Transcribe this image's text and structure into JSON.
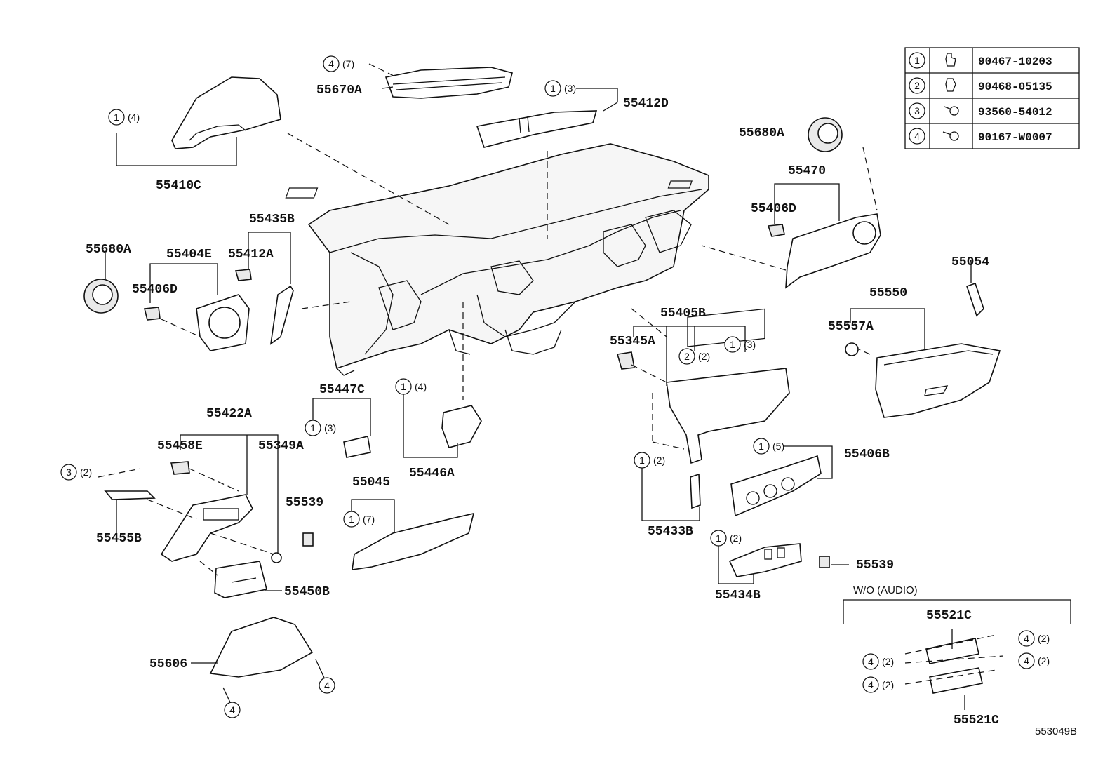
{
  "diagram_code": "553049B",
  "legend": [
    {
      "num": "1",
      "part": "90467-10203",
      "icon": "clip-icon"
    },
    {
      "num": "2",
      "part": "90468-05135",
      "icon": "clip-icon"
    },
    {
      "num": "3",
      "part": "93560-54012",
      "icon": "screw-icon"
    },
    {
      "num": "4",
      "part": "90167-W0007",
      "icon": "screw-icon"
    }
  ],
  "callouts": [
    {
      "num": "4",
      "qty": "(7)"
    },
    {
      "num": "1",
      "qty": "(4)"
    },
    {
      "num": "1",
      "qty": "(3)"
    },
    {
      "num": "2",
      "qty": "(2)"
    },
    {
      "num": "1",
      "qty": "(3)"
    },
    {
      "num": "1",
      "qty": "(3)"
    },
    {
      "num": "1",
      "qty": "(4)"
    },
    {
      "num": "3",
      "qty": "(2)"
    },
    {
      "num": "1",
      "qty": "(7)"
    },
    {
      "num": "1",
      "qty": "(5)"
    },
    {
      "num": "1",
      "qty": "(2)"
    },
    {
      "num": "1",
      "qty": "(2)"
    },
    {
      "num": "4",
      "qty": ""
    },
    {
      "num": "4",
      "qty": ""
    },
    {
      "num": "4",
      "qty": "(2)"
    },
    {
      "num": "4",
      "qty": "(2)"
    },
    {
      "num": "4",
      "qty": "(2)"
    },
    {
      "num": "4",
      "qty": "(2)"
    }
  ],
  "parts": [
    "55670A",
    "55412D",
    "55410C",
    "55680A",
    "55470",
    "55406D",
    "55435B",
    "55680A",
    "55404E",
    "55412A",
    "55406D",
    "55054",
    "55550",
    "55405B",
    "55557A",
    "55345A",
    "55447C",
    "55422A",
    "55458E",
    "55349A",
    "55446A",
    "55406B",
    "55539",
    "55045",
    "55455B",
    "55433B",
    "55539",
    "55450B",
    "55434B",
    "55606",
    "55521C",
    "55521C"
  ],
  "variant_label": "W/O (AUDIO)"
}
